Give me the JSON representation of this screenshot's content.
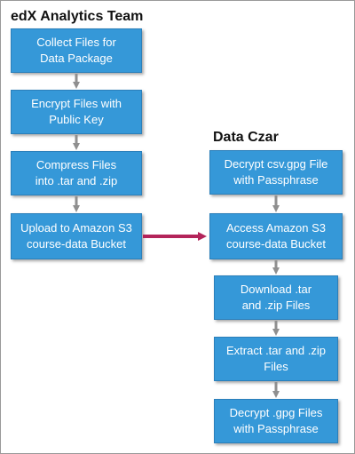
{
  "lanes": {
    "left_title": "edX Analytics Team",
    "right_title": "Data Czar"
  },
  "steps_left": [
    "Collect Files for\nData Package",
    "Encrypt Files with\nPublic Key",
    "Compress Files\ninto .tar and .zip",
    "Upload to Amazon S3\ncourse-data Bucket"
  ],
  "steps_right": [
    "Decrypt csv.gpg File\nwith Passphrase",
    "Access Amazon S3\ncourse-data Bucket",
    "Download .tar\nand .zip Files",
    "Extract .tar and .zip\nFiles",
    "Decrypt .gpg Files\nwith Passphrase"
  ],
  "colors": {
    "box_fill": "#3598d8",
    "box_border": "#2b7fba",
    "down_arrow": "#8f8f8f",
    "cross_arrow": "#b3245a"
  }
}
